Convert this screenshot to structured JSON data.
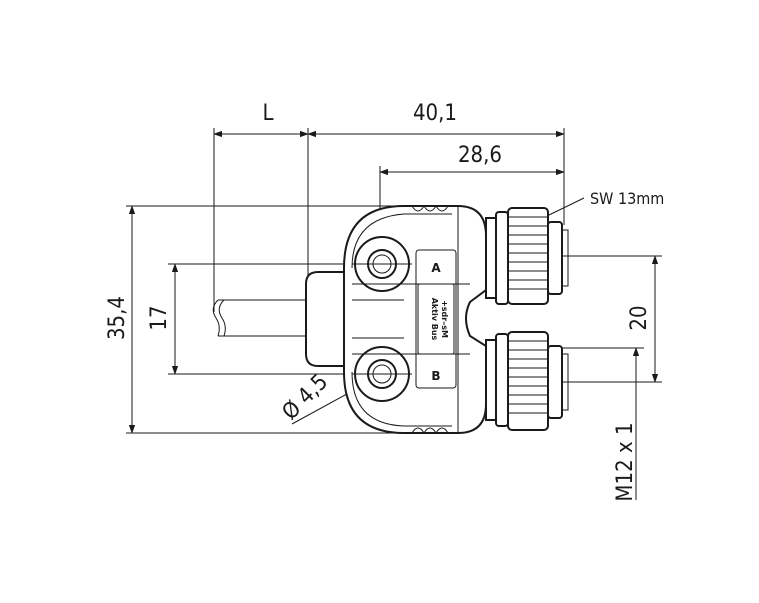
{
  "dimensions": {
    "length_label": "L",
    "overall_length": "40,1",
    "body_length": "28,6",
    "wrench_size": "SW 13mm",
    "overall_height": "35,4",
    "hole_spacing": "17",
    "port_spacing": "20",
    "hole_diameter": "Ø 4,5",
    "thread": "M12 x 1"
  },
  "ports": {
    "a": "A",
    "b": "B"
  },
  "label_plate": {
    "line1": "Aktiv Bus",
    "line2": "+sdr–sM"
  }
}
